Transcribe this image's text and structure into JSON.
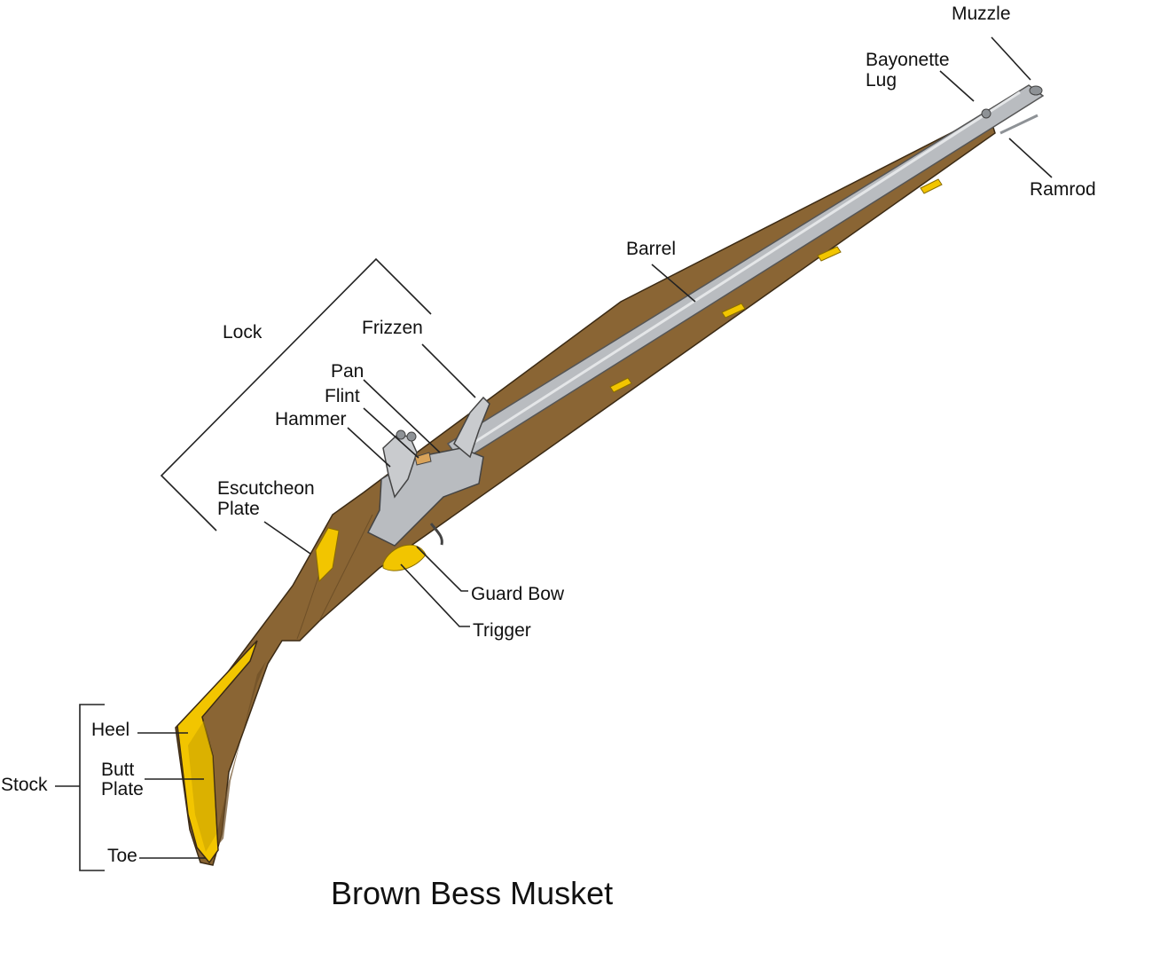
{
  "title": "Brown Bess Musket",
  "labels": {
    "muzzle": "Muzzle",
    "bayonette_lug_1": "Bayonette",
    "bayonette_lug_2": "Lug",
    "ramrod": "Ramrod",
    "barrel": "Barrel",
    "lock": "Lock",
    "frizzen": "Frizzen",
    "pan": "Pan",
    "flint": "Flint",
    "hammer": "Hammer",
    "escutcheon_1": "Escutcheon",
    "escutcheon_2": "Plate",
    "guard_bow": "Guard Bow",
    "trigger": "Trigger",
    "heel": "Heel",
    "butt_plate_1": "Butt",
    "butt_plate_2": "Plate",
    "stock": "Stock",
    "toe": "Toe"
  },
  "colors": {
    "wood": "#8a6534",
    "wood_dark": "#6e4e26",
    "brass": "#f2c500",
    "brass_dark": "#b89000",
    "steel": "#b9bcc0",
    "steel_dark": "#8e9296",
    "line": "#222222"
  }
}
